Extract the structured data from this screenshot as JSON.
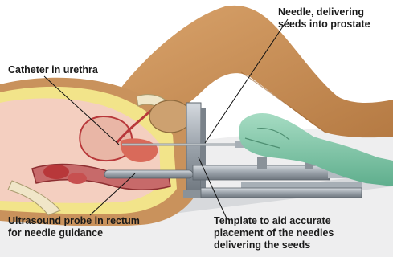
{
  "labels": {
    "needle": [
      "Needle, delivering",
      "seeds into prostate"
    ],
    "catheter": "Catheter in urethra",
    "ultrasound": [
      "Ultrasound probe in rectum",
      "for needle guidance"
    ],
    "template": [
      "Template to aid accurate",
      "placement of the needles",
      "delivering the seeds"
    ]
  },
  "colors": {
    "skin": "#c9925c",
    "skin_shadow": "#a8703e",
    "fat_layer": "#f2e48a",
    "tissue_pink": "#e8a0a0",
    "organ_red": "#b8383a",
    "glove": "#7fc8a8",
    "metal": "#9ea6ae",
    "bed": "#e9e9ea"
  }
}
